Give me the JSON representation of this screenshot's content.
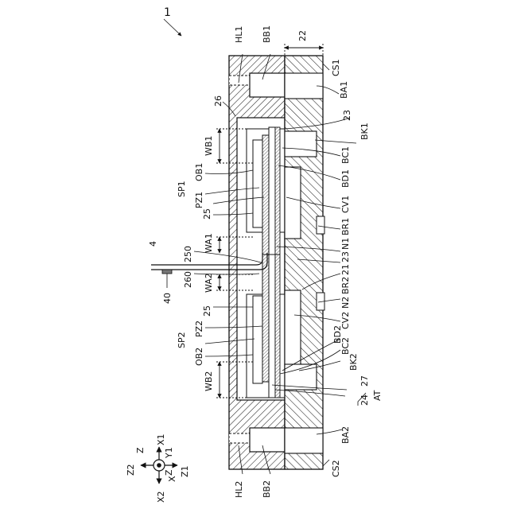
{
  "figure": {
    "ref": "1",
    "labels": {
      "hl1": "HL1",
      "bb1": "BB1",
      "dim22": "22",
      "cs1": "CS1",
      "ba1": "BA1",
      "n26": "26",
      "n23a": "23",
      "bk1": "BK1",
      "wb1": "WB1",
      "bc1": "BC1",
      "ob1": "OB1",
      "bd1": "BD1",
      "sp1": "SP1",
      "pz1": "PZ1",
      "cv1": "CV1",
      "n25a": "25",
      "br1": "BR1",
      "n4": "4",
      "wa1": "WA1",
      "n1": "N1",
      "n250": "250",
      "n23b": "23",
      "n21": "21",
      "n260": "260",
      "br2": "BR2",
      "n40": "40",
      "wa2": "WA2",
      "n2": "N2",
      "n25b": "25",
      "cv2": "CV2",
      "pz2": "PZ2",
      "bd2": "BD2",
      "sp2": "SP2",
      "bc2": "BC2",
      "ob2": "OB2",
      "bk2": "BK2",
      "wb2": "WB2",
      "n27": "27",
      "n24": "24",
      "at": "AT",
      "ba2": "BA2",
      "hl2": "HL2",
      "bb2": "BB2",
      "cs2": "CS2"
    },
    "axes": {
      "z2": "Z2",
      "z_top": "Z",
      "x1": "X1",
      "y1": "Y1",
      "z_bot": "Z",
      "x": "X",
      "z1": "Z1",
      "x2": "X2"
    }
  }
}
